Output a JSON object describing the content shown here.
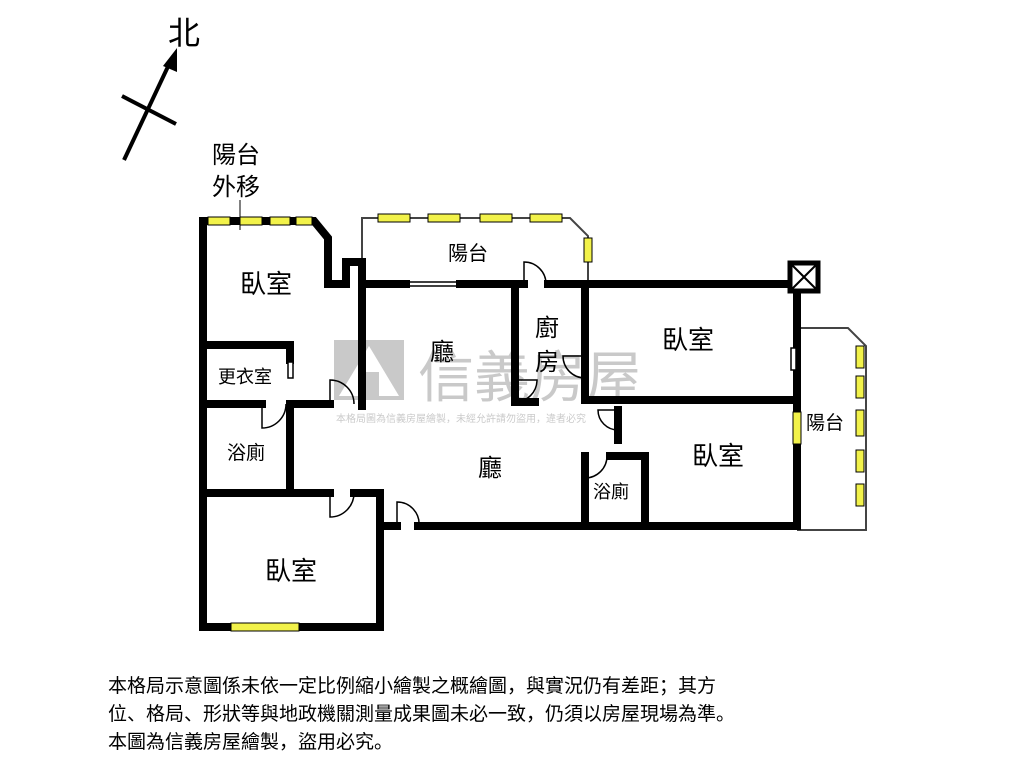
{
  "compass": {
    "north_label": "北"
  },
  "rooms": {
    "balcony_moved": [
      "陽台",
      "外移"
    ],
    "bedroom_top_left": "臥室",
    "balcony_top": "陽台",
    "living_room_top": "廳",
    "kitchen": [
      "廚",
      "房"
    ],
    "bedroom_top_right": "臥室",
    "dressing_room": "更衣室",
    "bathroom_left": "浴廁",
    "living_room_center": "廳",
    "bathroom_center": "浴廁",
    "bedroom_right": "臥室",
    "balcony_right": "陽台",
    "bedroom_bottom": "臥室"
  },
  "watermark": {
    "brand": "信義房屋",
    "notice": "本格局圖為信義房屋繪製，未經允許請勿盜用，違者必究"
  },
  "disclaimer": [
    "本格局示意圖係未依一定比例縮小繪製之概繪圖，與實況仍有差距；其方",
    "位、格局、形狀等與地政機關測量成果圖未必一致，仍須以房屋現場為準。",
    "本圖為信義房屋繪製，盜用必究。"
  ],
  "colors": {
    "wall": "#000000",
    "window": "#f2f24a",
    "watermark": "#bdbdbd"
  }
}
